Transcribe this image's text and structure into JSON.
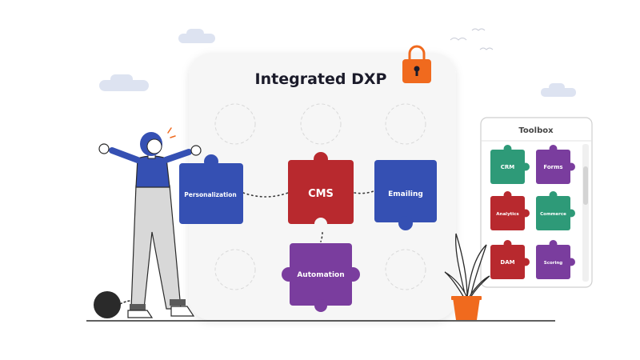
{
  "diagram": {
    "title": "Integrated DXP",
    "modules": [
      {
        "id": "personalization",
        "label": "Personalization",
        "color": "#3550b3"
      },
      {
        "id": "cms",
        "label": "CMS",
        "color": "#b8292e"
      },
      {
        "id": "emailing",
        "label": "Emailing",
        "color": "#3550b3"
      },
      {
        "id": "automation",
        "label": "Automation",
        "color": "#7a3d9e"
      }
    ],
    "lock_icon": "padlock-icon",
    "lock_color": "#f06a1e"
  },
  "toolbox": {
    "title": "Toolbox",
    "items": [
      {
        "label": "CRM",
        "color": "#2e9a78"
      },
      {
        "label": "Forms",
        "color": "#7a3d9e"
      },
      {
        "label": "Analytics",
        "color": "#b8292e"
      },
      {
        "label": "Commerce",
        "color": "#2e9a78"
      },
      {
        "label": "DAM",
        "color": "#b8292e"
      },
      {
        "label": "Scoring",
        "color": "#7a3d9e"
      }
    ]
  }
}
